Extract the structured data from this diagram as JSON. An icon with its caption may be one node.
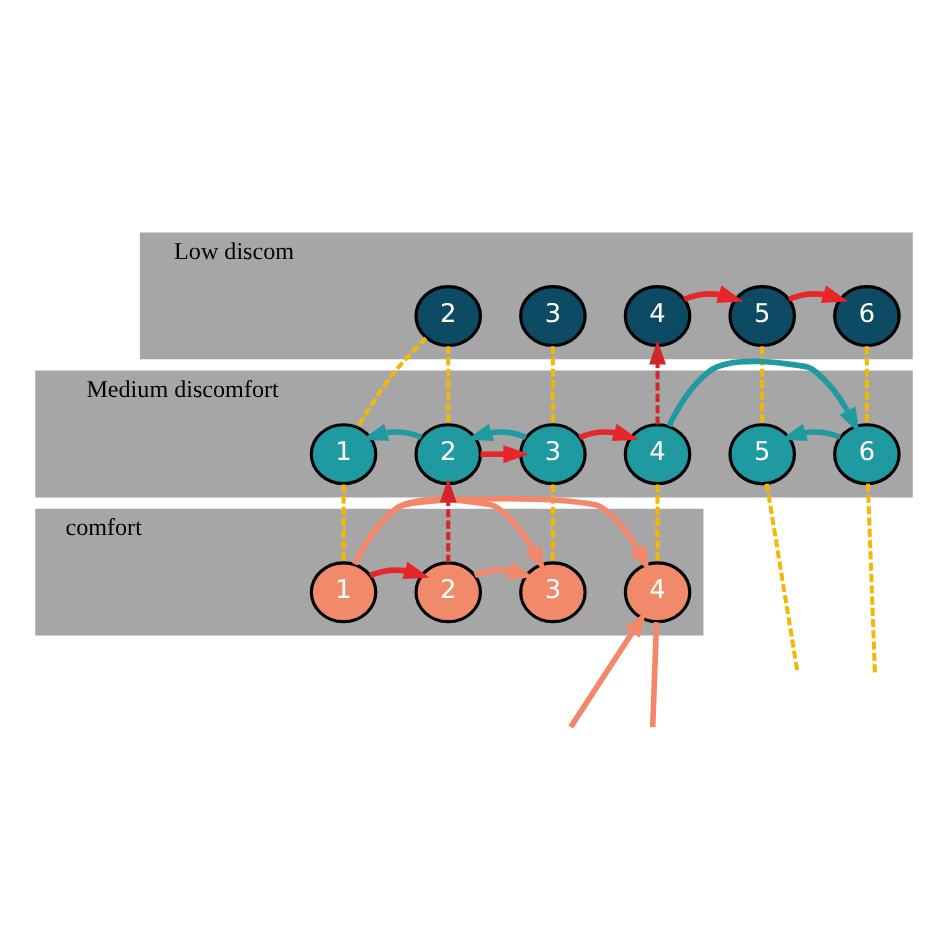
{
  "diagram": {
    "nodes": [
      {
        "text": [
          "Low discom"
        ]
      },
      {
        "text": [
          "2"
        ],
        "in": 0
      },
      {
        "text": [
          "3"
        ],
        "in": 0
      },
      {
        "text": [
          "4"
        ],
        "in": 0
      },
      {
        "text": [
          "5"
        ],
        "in": 0
      },
      {
        "text": [
          "6"
        ],
        "in": 0
      },
      {
        "text": [
          "Medium discomfort"
        ]
      },
      {
        "text": [
          "1"
        ],
        "in": 6
      },
      {
        "text": [
          "2"
        ],
        "in": 6
      },
      {
        "text": [
          "3"
        ],
        "in": 6
      },
      {
        "text": [
          "4"
        ],
        "in": 6
      },
      {
        "text": [
          "5"
        ],
        "in": 6
      },
      {
        "text": [
          "6"
        ],
        "in": 6
      },
      {
        "text": [
          "comfort"
        ]
      },
      {
        "text": [
          "1"
        ],
        "in": 13
      },
      {
        "text": [
          "2"
        ],
        "in": 13
      },
      {
        "text": [
          "3"
        ],
        "in": 13
      },
      {
        "text": [
          "4"
        ],
        "in": 13
      }
    ],
    "edges": [
      {
        "from": 3,
        "to": 4,
        "arrow": "to",
        "color": "#e8262a"
      },
      {
        "from": 4,
        "to": 5,
        "arrow": "to",
        "color": "#e8262a"
      },
      {
        "from": 8,
        "to": 7,
        "arrow": "to",
        "color": "#1f9aa0"
      },
      {
        "from": 8,
        "to": 9,
        "arrow": "to",
        "color": "#e8262a"
      },
      {
        "from": 9,
        "to": 8,
        "arrow": "to",
        "color": "#1f9aa0"
      },
      {
        "from": 9,
        "to": 10,
        "arrow": "to",
        "color": "#e8262a"
      },
      {
        "from": 10,
        "to": 12,
        "arrow": "to",
        "color": "#1f9aa0"
      },
      {
        "from": 12,
        "to": 11,
        "arrow": "to",
        "color": "#1f9aa0"
      },
      {
        "from": 14,
        "to": 15,
        "arrow": "to",
        "color": "#e8262a"
      },
      {
        "from": 14,
        "to": 16,
        "arrow": "to",
        "color": "#f4876a"
      },
      {
        "from": 14,
        "to": 17,
        "arrow": "to",
        "color": "#f4876a"
      },
      {
        "from": 15,
        "to": 16,
        "arrow": "to",
        "color": "#f4876a"
      },
      {
        "from": null,
        "to": 17,
        "arrow": "to",
        "color": "#f4876a"
      },
      {
        "from": 17,
        "to": null,
        "arrow": "none",
        "color": "#f4876a"
      },
      {
        "from": 1,
        "to": 8,
        "arrow": "none",
        "style": "dashed",
        "color": "#f5b800"
      },
      {
        "from": 1,
        "to": 7,
        "arrow": "none",
        "style": "dashed",
        "color": "#f5b800"
      },
      {
        "from": 7,
        "to": 14,
        "arrow": "none",
        "style": "dashed",
        "color": "#f5b800"
      },
      {
        "from": 2,
        "to": 9,
        "arrow": "none",
        "style": "dashed",
        "color": "#f5b800"
      },
      {
        "from": 9,
        "to": 16,
        "arrow": "none",
        "style": "dashed",
        "color": "#f5b800"
      },
      {
        "from": 4,
        "to": 11,
        "arrow": "none",
        "style": "dashed",
        "color": "#f5b800"
      },
      {
        "from": 11,
        "to": null,
        "arrow": "none",
        "style": "dashed",
        "color": "#f5b800"
      },
      {
        "from": 10,
        "to": 3,
        "arrow": "to",
        "style": "dashed",
        "color": "#d2262a"
      },
      {
        "from": 10,
        "to": 17,
        "arrow": "none",
        "style": "dashed",
        "color": "#f5b800"
      },
      {
        "from": 5,
        "to": 12,
        "arrow": "none",
        "style": "dashed",
        "color": "#f5b800"
      },
      {
        "from": 12,
        "to": null,
        "arrow": "none",
        "style": "dashed",
        "color": "#f5b800"
      },
      {
        "from": 15,
        "to": 8,
        "arrow": "to",
        "style": "dashed",
        "color": "#d2262a"
      }
    ]
  }
}
